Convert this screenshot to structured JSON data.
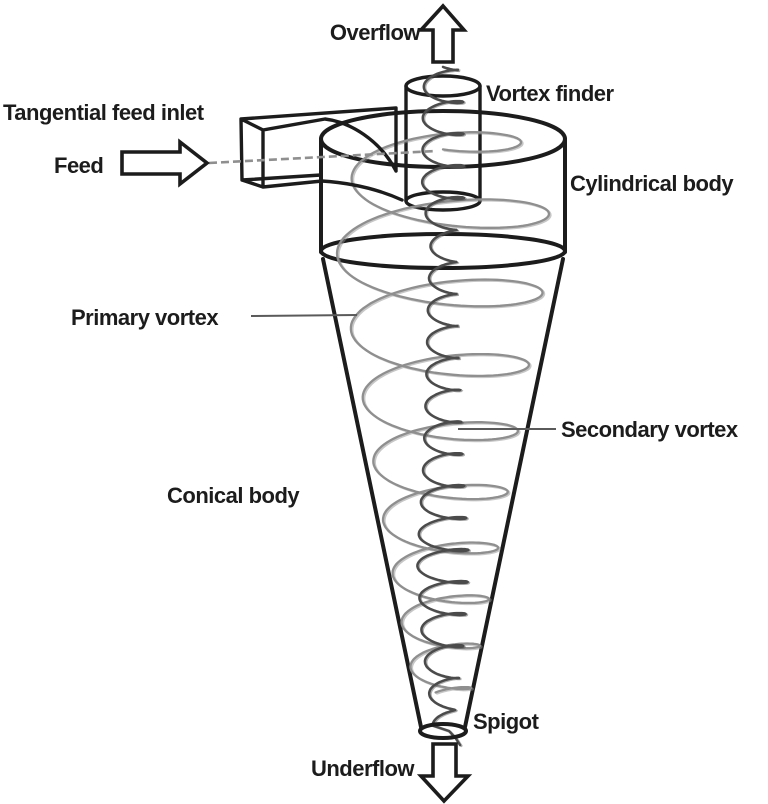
{
  "figure": {
    "type": "diagram",
    "subject": "Hydrocyclone separator schematic",
    "labels": {
      "overflow": "Overflow",
      "vortex_finder": "Vortex finder",
      "tangential_feed_inlet": "Tangential feed inlet",
      "feed": "Feed",
      "cylindrical_body": "Cylindrical body",
      "primary_vortex": "Primary vortex",
      "secondary_vortex": "Secondary vortex",
      "conical_body": "Conical body",
      "spigot": "Spigot",
      "underflow": "Underflow"
    },
    "colors": {
      "background": "#ffffff",
      "ink": "#1c1c1c",
      "primary_vortex_stroke": "#8f8f8f",
      "secondary_vortex_stroke": "#4b4b4b",
      "pointer_line": "#5a5a5a"
    }
  }
}
